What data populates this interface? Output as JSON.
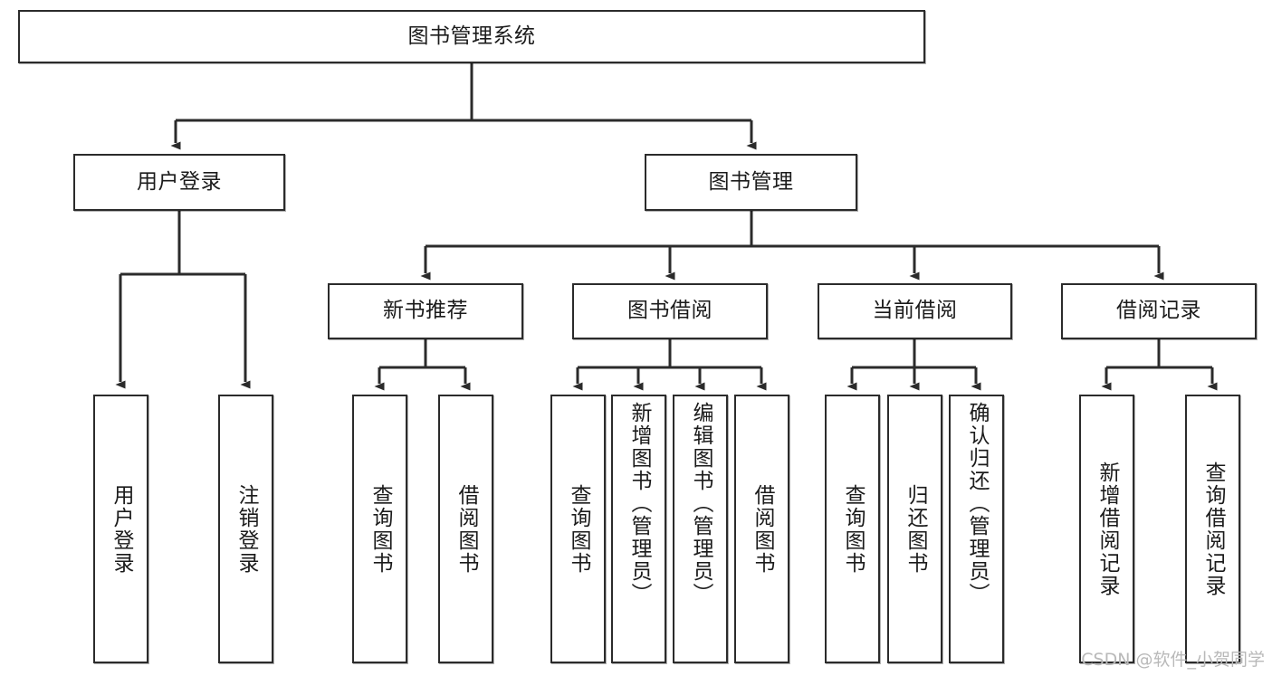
{
  "diagram": {
    "title": "图书管理系统",
    "type": "tree-hierarchy-chart",
    "background_color": "#ffffff",
    "node_border_color": "#2b2b2b",
    "edge_color": "#2b2b2b",
    "text_color": "#1b1b1b"
  },
  "root": {
    "label": "图书管理系统"
  },
  "level2": [
    {
      "label": "用户登录"
    },
    {
      "label": "图书管理"
    }
  ],
  "level3": [
    {
      "label": "新书推荐"
    },
    {
      "label": "图书借阅"
    },
    {
      "label": "当前借阅"
    },
    {
      "label": "借阅记录"
    }
  ],
  "leaves": {
    "user_login": [
      {
        "label": "用户登录"
      },
      {
        "label": "注销登录"
      }
    ],
    "new_book_recommend": [
      {
        "label": "查询图书"
      },
      {
        "label": "借阅图书"
      }
    ],
    "book_borrow": [
      {
        "label": "查询图书"
      },
      {
        "label": "新增图书（管理员）"
      },
      {
        "label": "编辑图书（管理员）"
      },
      {
        "label": "借阅图书"
      }
    ],
    "current_borrow": [
      {
        "label": "查询图书"
      },
      {
        "label": "归还图书"
      },
      {
        "label": "确认归还（管理员）"
      }
    ],
    "borrow_record": [
      {
        "label": "新增借阅记录"
      },
      {
        "label": "查询借阅记录"
      }
    ]
  },
  "watermark": {
    "text": "CSDN @软件_小贺同学",
    "color": "#b9b9b9"
  }
}
